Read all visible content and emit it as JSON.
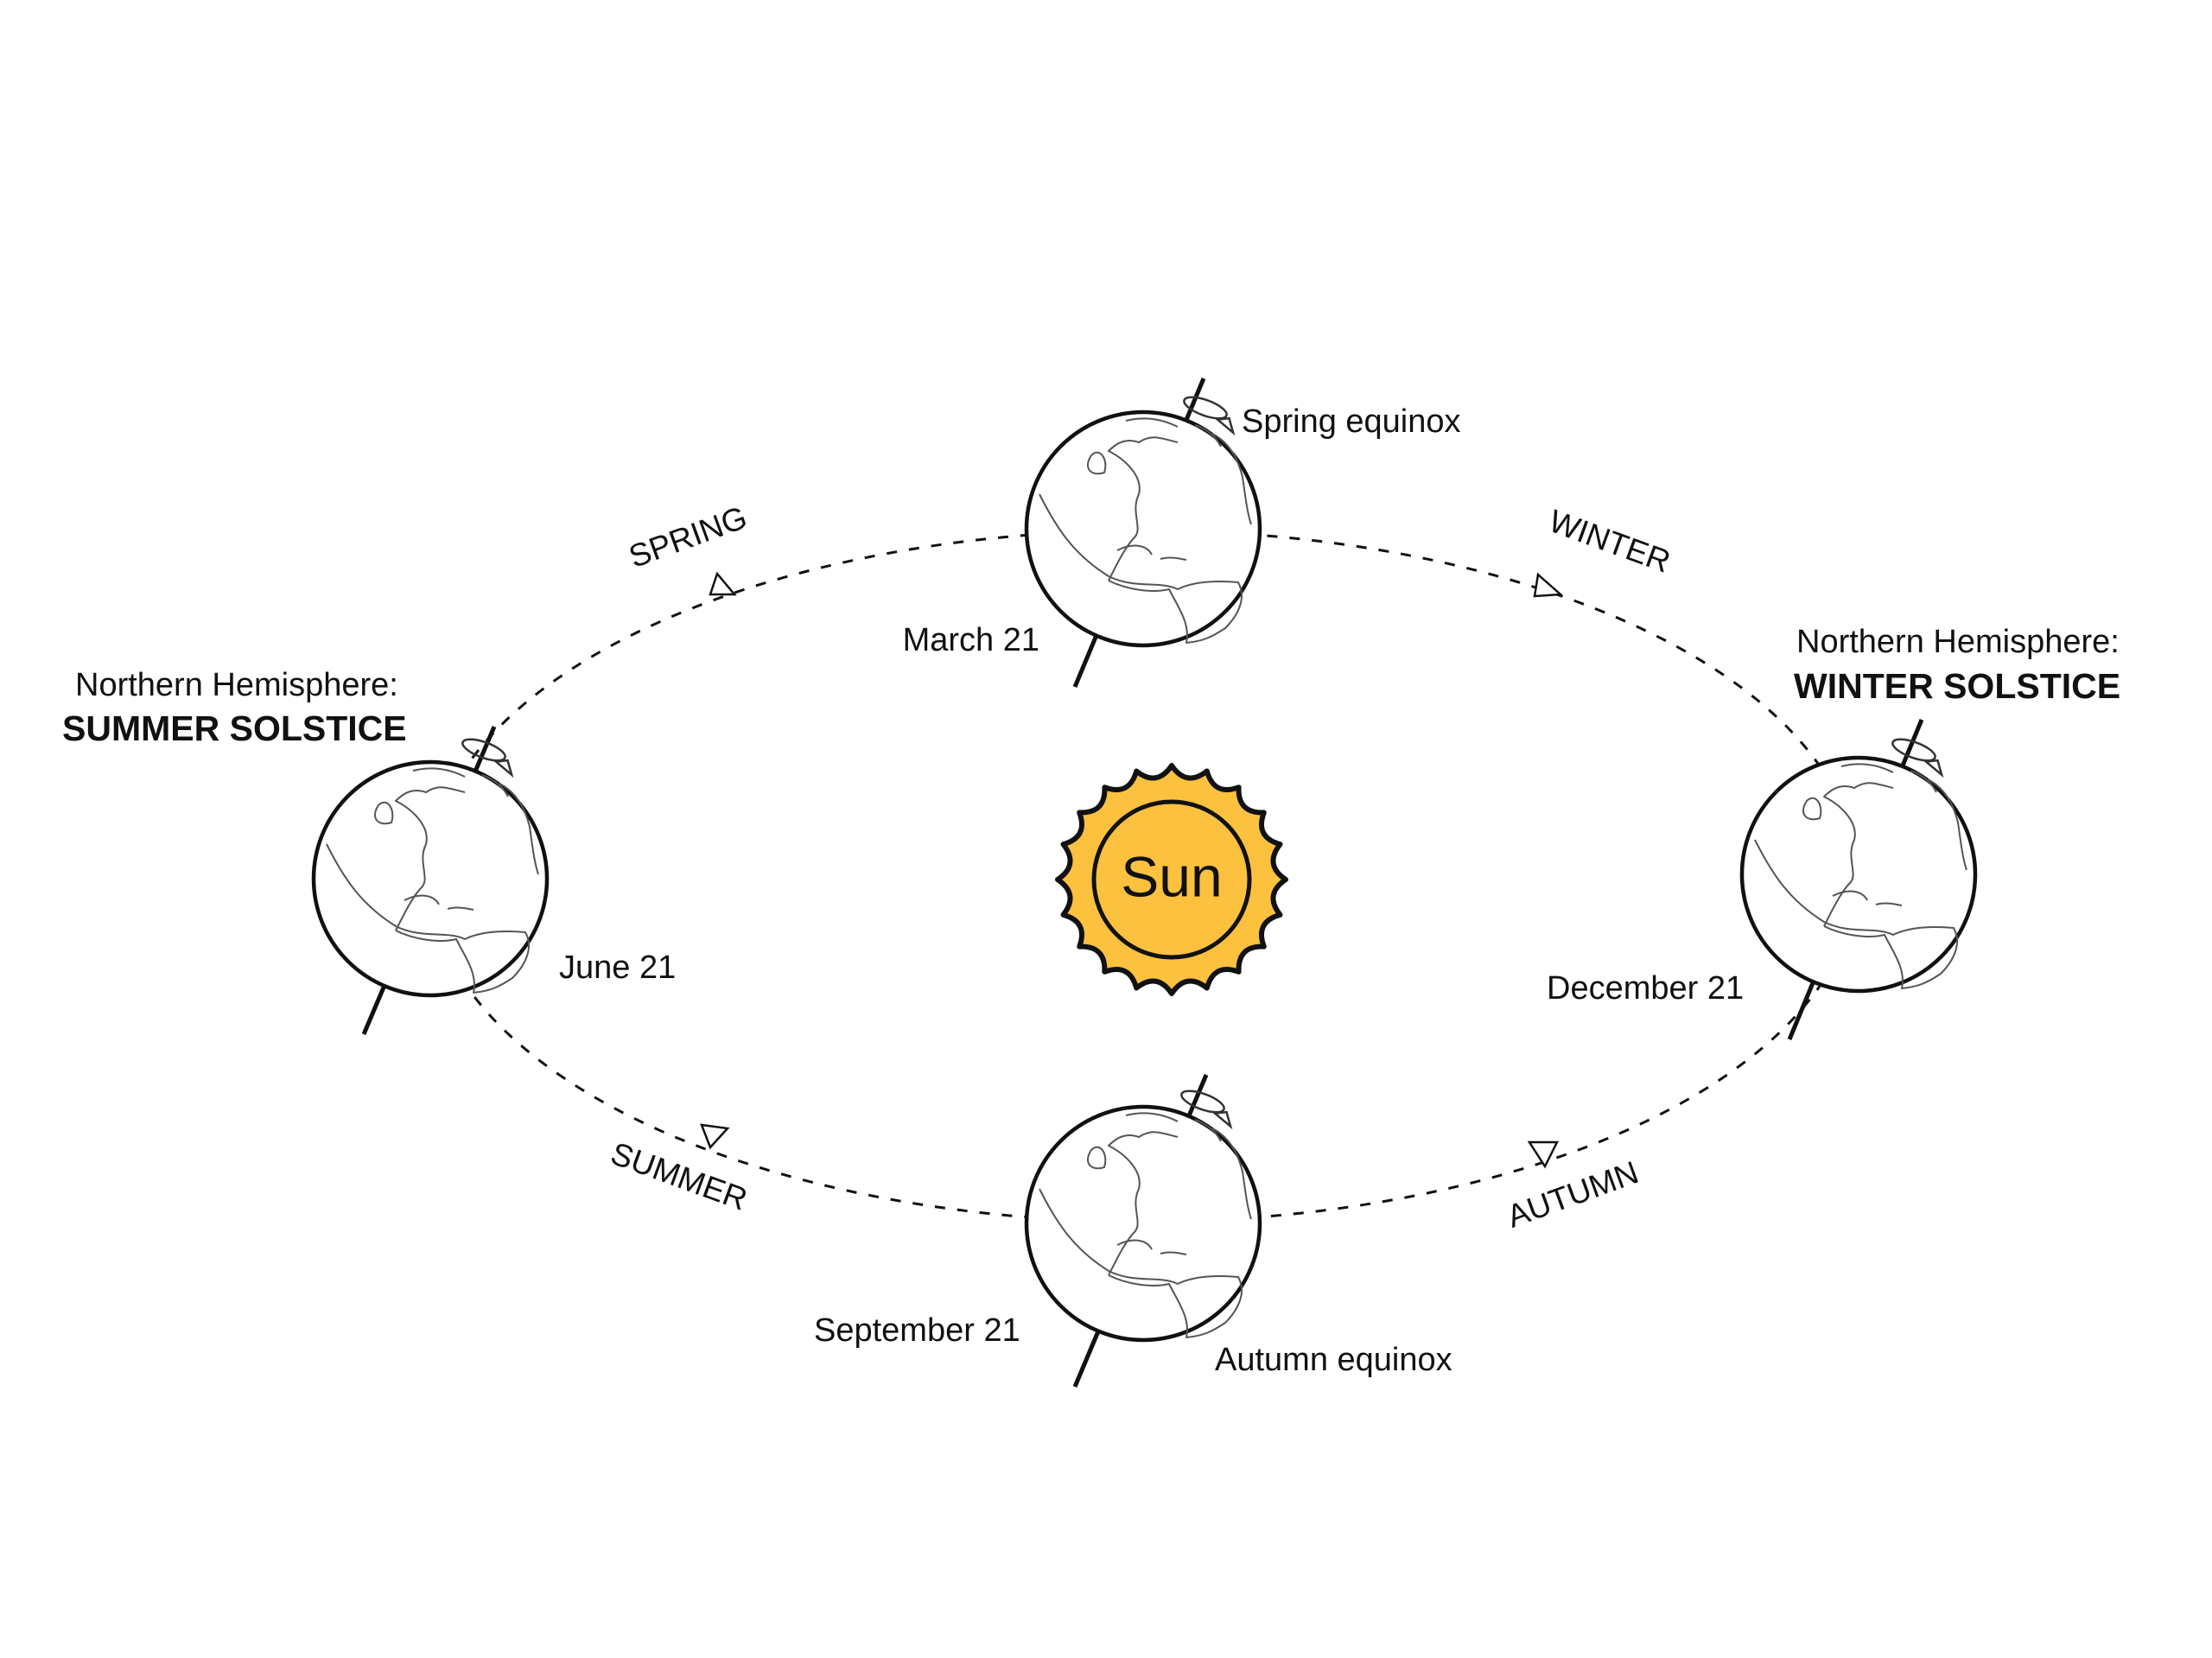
{
  "sun": {
    "label": "Sun",
    "fill": "#FBC13F"
  },
  "earths": {
    "march": {
      "date": "March 21",
      "event": "Spring equinox"
    },
    "june": {
      "date": "June 21",
      "hemisphere": "Northern Hemisphere:",
      "event": "SUMMER SOLSTICE"
    },
    "september": {
      "date": "September 21",
      "event": "Autumn equinox"
    },
    "december": {
      "date": "December 21",
      "hemisphere": "Northern Hemisphere:",
      "event": "WINTER SOLSTICE"
    }
  },
  "seasons": {
    "spring": "SPRING",
    "summer": "SUMMER",
    "autumn": "AUTUMN",
    "winter": "WINTER"
  }
}
